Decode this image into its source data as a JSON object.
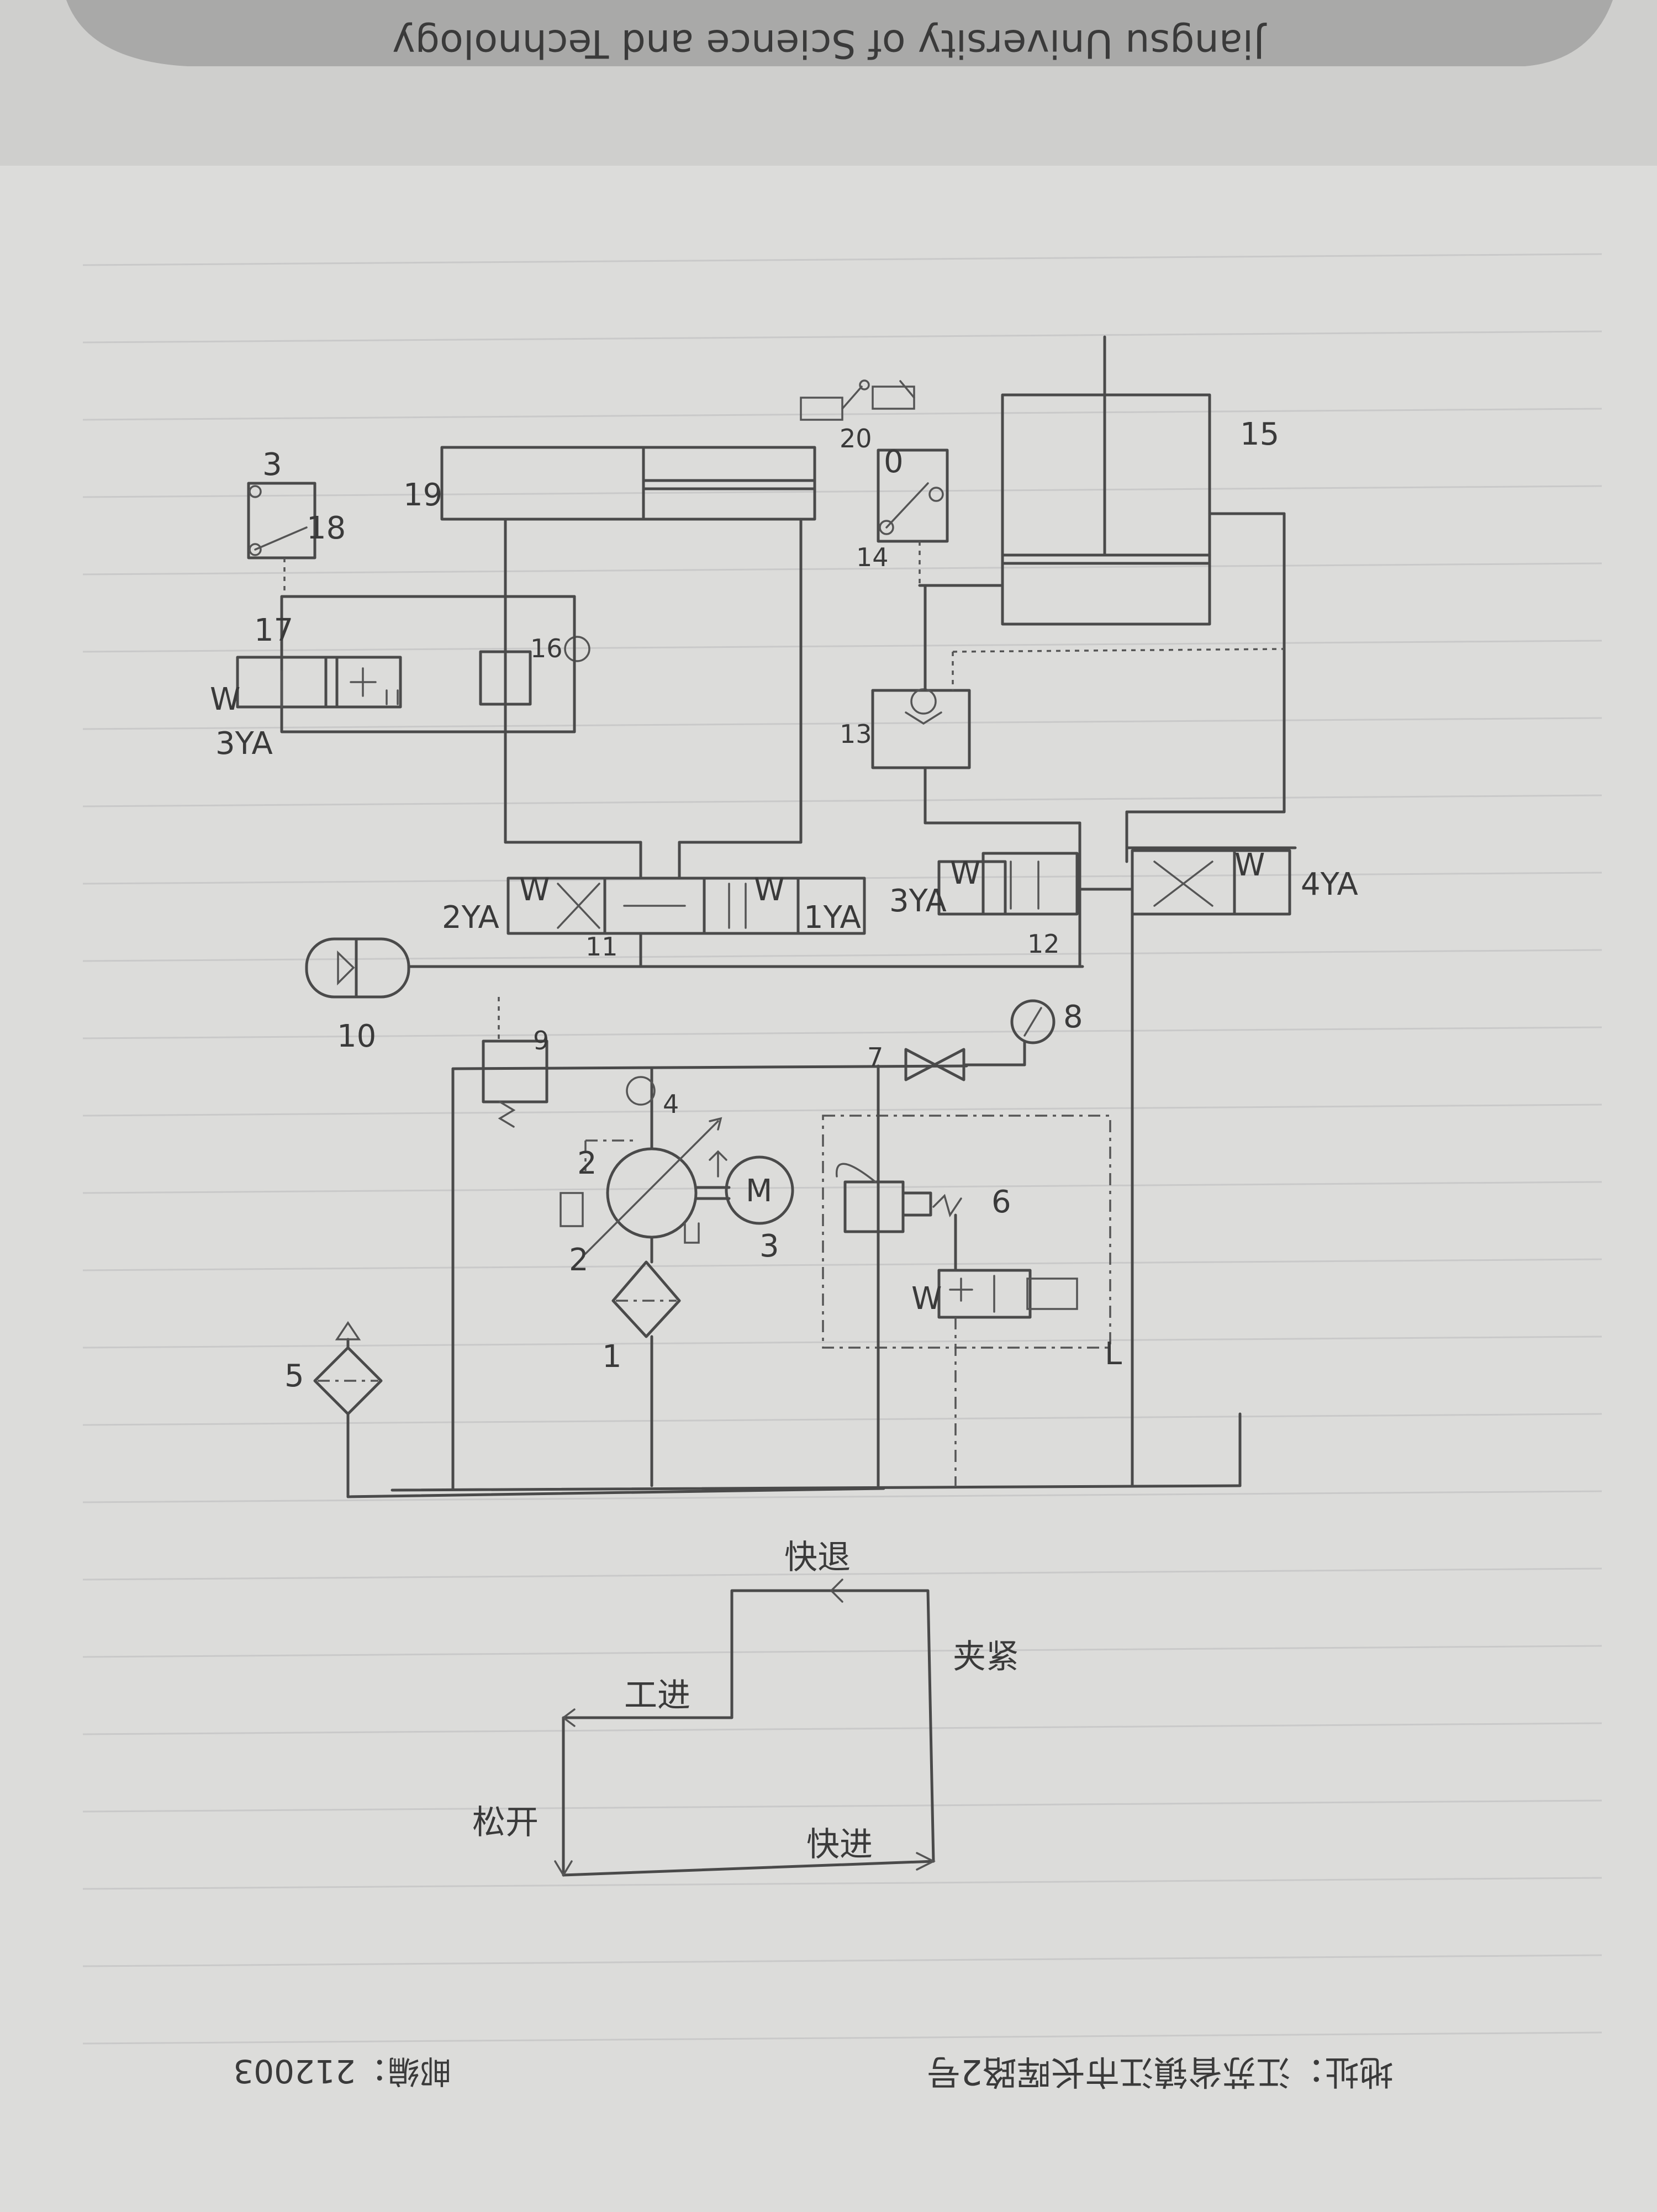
{
  "header": {
    "school_mirror": "Jiangsu University of Science and Technology"
  },
  "components": {
    "c1": "1",
    "c2": "2",
    "c2b": "2",
    "c3": "3",
    "c4": "4",
    "c5": "5",
    "c6": "6",
    "c7": "7",
    "c8": "8",
    "c9": "9",
    "c10": "10",
    "c11": "11",
    "c12": "12",
    "c13": "13",
    "c14": "14",
    "c15": "15",
    "c16": "16",
    "c17": "17",
    "c18": "18",
    "c19": "19",
    "c20": "20",
    "c6L": "L",
    "switch_lbl_3": "3",
    "switch_lbl_0": "0",
    "motor": "M"
  },
  "solenoids": {
    "s1": "1YA",
    "s2": "2YA",
    "s3": "3YA",
    "s3b": "3YA",
    "s4": "4YA"
  },
  "spring_marks": [
    "W",
    "W",
    "W",
    "W",
    "W",
    "W"
  ],
  "cycle": {
    "fast_return": "快退",
    "clamp": "夹紧",
    "work_feed": "工进",
    "release": "松开",
    "fast_feed": "快进"
  },
  "footer": {
    "mirror": "地址：江苏省镇江市长晖路2号",
    "mirror2": "邮编：212003"
  },
  "colors": {
    "paper": "#dcdcda",
    "ink": "#4a4a4a",
    "red_mark": "#cc2222"
  }
}
